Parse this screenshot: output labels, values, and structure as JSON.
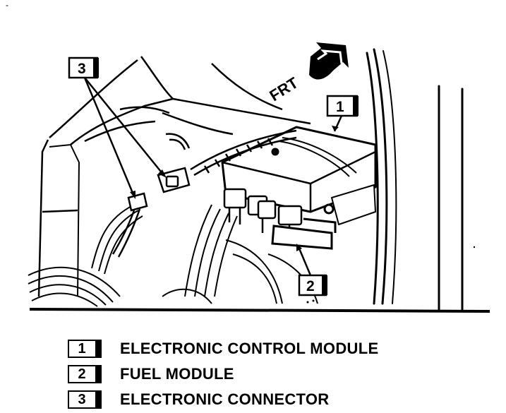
{
  "diagram": {
    "direction_label": "FRT",
    "callouts": [
      {
        "number": "1"
      },
      {
        "number": "2"
      },
      {
        "number": "3"
      }
    ]
  },
  "legend": [
    {
      "number": "1",
      "text": "ELECTRONIC CONTROL MODULE"
    },
    {
      "number": "2",
      "text": "FUEL MODULE"
    },
    {
      "number": "3",
      "text": "ELECTRONIC CONNECTOR"
    }
  ],
  "marks": {
    "corner": "-"
  }
}
